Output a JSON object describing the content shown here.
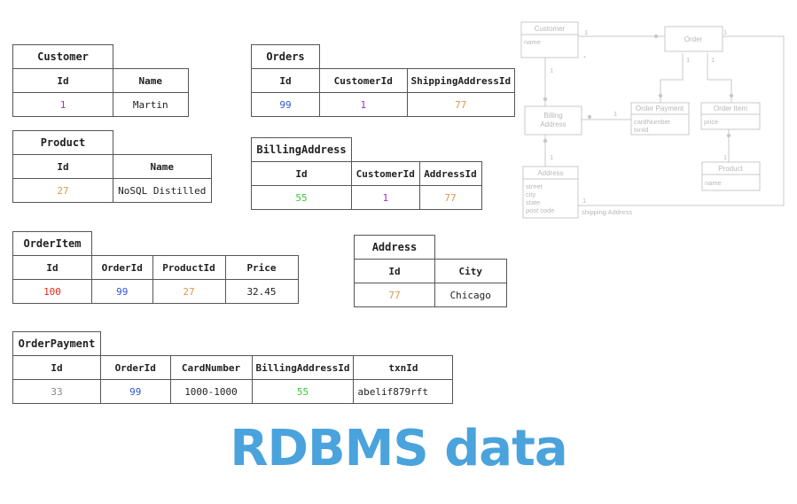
{
  "colors": {
    "customer_id": "#9b2fc3",
    "order_id": "#2d55d8",
    "product_id": "#e0964a",
    "address_id": "#e0964a",
    "billing_address_id": "#3cc63c",
    "order_item_id": "#e02a1c",
    "payment_id": "#8a8a8a",
    "caption": "#4aa3dc"
  },
  "tables": {
    "customer": {
      "title": "Customer",
      "headers": [
        "Id",
        "Name"
      ],
      "row": [
        "1",
        "Martin"
      ]
    },
    "product": {
      "title": "Product",
      "headers": [
        "Id",
        "Name"
      ],
      "row": [
        "27",
        "NoSQL Distilled"
      ]
    },
    "orders": {
      "title": "Orders",
      "headers": [
        "Id",
        "CustomerId",
        "ShippingAddressId"
      ],
      "row": [
        "99",
        "1",
        "77"
      ]
    },
    "billing_address": {
      "title": "BillingAddress",
      "headers": [
        "Id",
        "CustomerId",
        "AddressId"
      ],
      "row": [
        "55",
        "1",
        "77"
      ]
    },
    "order_item": {
      "title": "OrderItem",
      "headers": [
        "Id",
        "OrderId",
        "ProductId",
        "Price"
      ],
      "row": [
        "100",
        "99",
        "27",
        "32.45"
      ]
    },
    "address": {
      "title": "Address",
      "headers": [
        "Id",
        "City"
      ],
      "row": [
        "77",
        "Chicago"
      ]
    },
    "order_payment": {
      "title": "OrderPayment",
      "headers": [
        "Id",
        "OrderId",
        "CardNumber",
        "BillingAddressId",
        "txnId"
      ],
      "row": [
        "33",
        "99",
        "1000-1000",
        "55",
        "abelif879rft"
      ]
    }
  },
  "uml": {
    "customer": {
      "title": "Customer",
      "attrs": [
        "name"
      ]
    },
    "order": {
      "title": "Order"
    },
    "billing_address": {
      "title_line1": "Billing",
      "title_line2": "Address"
    },
    "order_payment": {
      "title": "Order Payment",
      "attrs": [
        "cardNumber",
        "txnId"
      ]
    },
    "order_item": {
      "title": "Order Item",
      "attrs": [
        "price"
      ]
    },
    "product": {
      "title": "Product",
      "attrs": [
        "name"
      ]
    },
    "address": {
      "title": "Address",
      "attrs": [
        "street",
        "city",
        "state",
        "post code"
      ]
    },
    "multiplicity": {
      "one": "1",
      "many": "*"
    },
    "shipping_label": "shipping Address"
  },
  "caption": "RDBMS data"
}
